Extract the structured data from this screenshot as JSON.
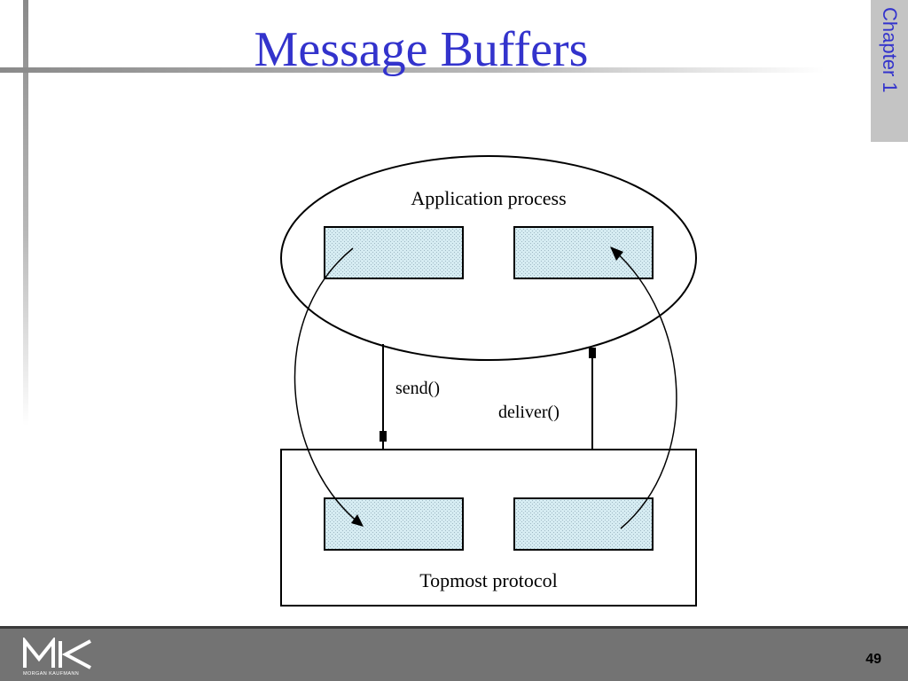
{
  "slide": {
    "title": "Message Buffers",
    "chapter_label": "Chapter 1",
    "page_number": "49"
  },
  "diagram": {
    "application_label": "Application process",
    "send_label": "send()",
    "deliver_label": "deliver()",
    "protocol_label": "Topmost protocol"
  },
  "footer": {
    "logo_mark": "MK",
    "logo_text": "MORGAN KAUFMANN"
  },
  "colors": {
    "title": "#3333cc",
    "buffer_fill": "#c8e0e8",
    "footer": "#737373",
    "chapter_tab": "#c4c4c4"
  }
}
